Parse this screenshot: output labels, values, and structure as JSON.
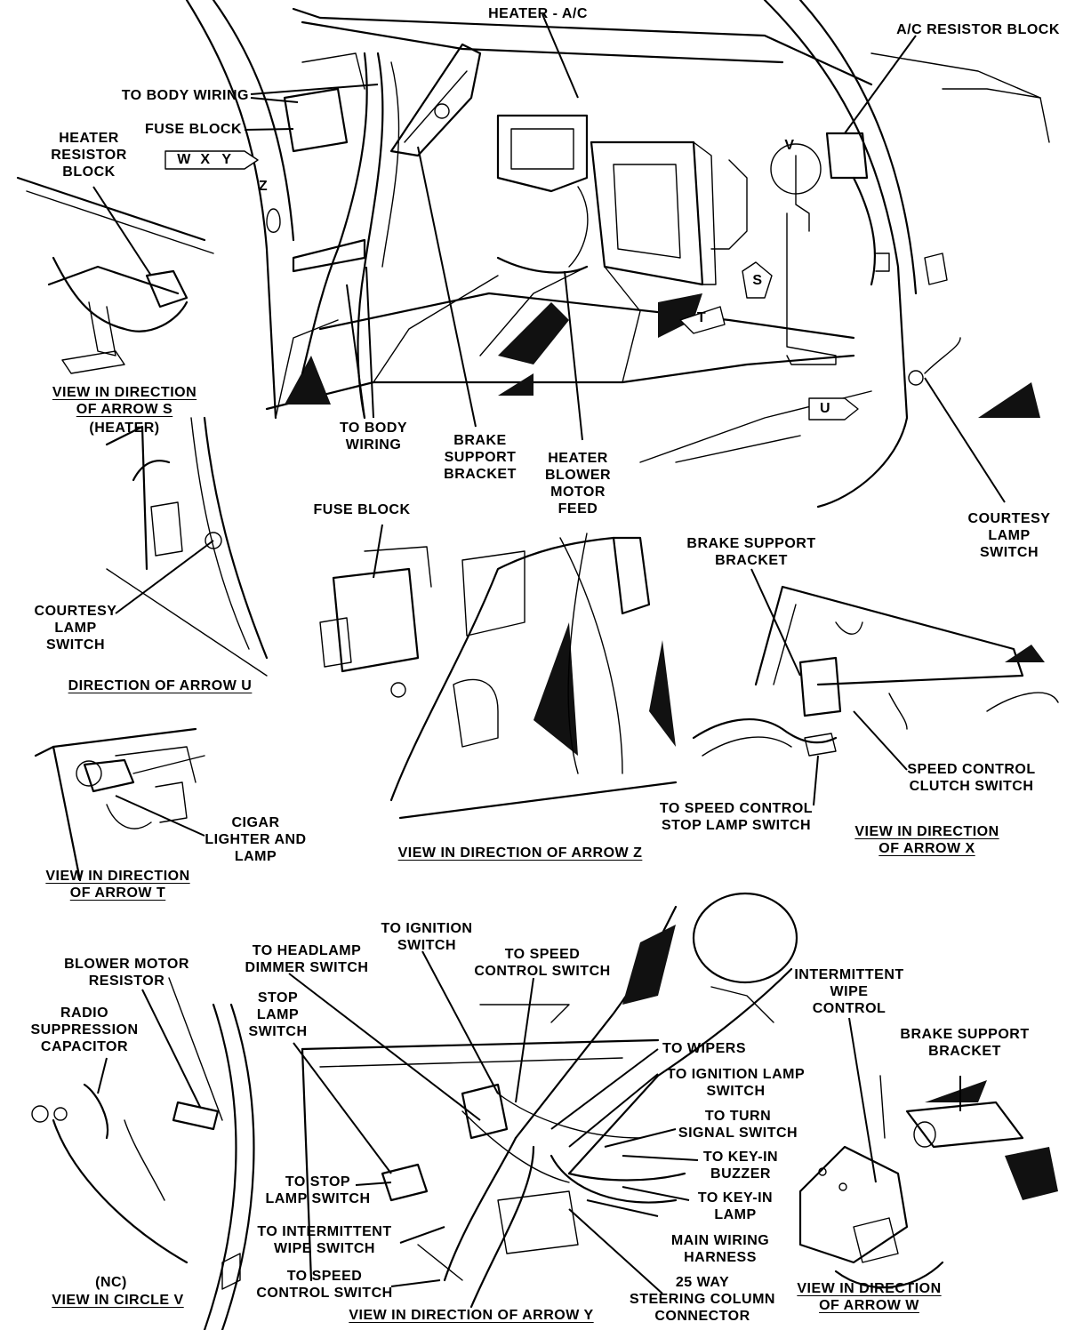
{
  "labels": {
    "heater_ac": "HEATER - A/C",
    "ac_resistor_block": "A/C RESISTOR BLOCK",
    "to_body_wiring_top": "TO BODY WIRING",
    "fuse_block_top": "FUSE BLOCK",
    "heater_resistor_block": "HEATER\nRESISTOR\nBLOCK",
    "view_arrow_s": "VIEW IN DIRECTION\nOF ARROW S",
    "view_arrow_s_sub": "(HEATER)",
    "to_body_wiring_mid": "TO BODY\nWIRING",
    "brake_support_bracket_top": "BRAKE\nSUPPORT\nBRACKET",
    "heater_blower_motor_feed": "HEATER\nBLOWER\nMOTOR\nFEED",
    "courtesy_lamp_switch_right": "COURTESY\nLAMP\nSWITCH",
    "fuse_block_z": "FUSE BLOCK",
    "brake_support_bracket_x": "BRAKE SUPPORT\nBRACKET",
    "courtesy_lamp_switch_left": "COURTESY\nLAMP\nSWITCH",
    "direction_arrow_u": "DIRECTION OF ARROW U",
    "speed_control_clutch_switch": "SPEED CONTROL\nCLUTCH SWITCH",
    "to_speed_control_stop_lamp_switch": "TO SPEED CONTROL\nSTOP LAMP SWITCH",
    "view_arrow_x": "VIEW IN DIRECTION\nOF ARROW X",
    "cigar_lighter": "CIGAR\nLIGHTER AND\nLAMP",
    "view_arrow_t": "VIEW IN DIRECTION\nOF ARROW T",
    "view_arrow_z": "VIEW IN DIRECTION OF ARROW Z",
    "to_ignition_switch": "TO IGNITION\nSWITCH",
    "to_headlamp_dimmer_switch": "TO HEADLAMP\nDIMMER SWITCH",
    "to_speed_control_switch_top": "TO SPEED\nCONTROL SWITCH",
    "blower_motor_resistor": "BLOWER MOTOR\nRESISTOR",
    "stop_lamp_switch": "STOP\nLAMP\nSWITCH",
    "intermittent_wipe_control": "INTERMITTENT\nWIPE\nCONTROL",
    "radio_suppression_capacitor": "RADIO\nSUPPRESSION\nCAPACITOR",
    "to_wipers": "TO WIPERS",
    "to_ignition_lamp_switch": "TO IGNITION LAMP\nSWITCH",
    "brake_support_bracket_w": "BRAKE SUPPORT\nBRACKET",
    "to_turn_signal_switch": "TO TURN\nSIGNAL SWITCH",
    "to_key_in_buzzer": "TO KEY-IN\nBUZZER",
    "to_stop_lamp_switch": "TO STOP\nLAMP SWITCH",
    "to_key_in_lamp": "TO KEY-IN\nLAMP",
    "to_intermittent_wipe_switch": "TO INTERMITTENT\nWIPE SWITCH",
    "main_wiring_harness": "MAIN WIRING\nHARNESS",
    "to_speed_control_switch_bottom": "TO SPEED\nCONTROL SWITCH",
    "twenty_five_way": "25 WAY\nSTEERING COLUMN\nCONNECTOR",
    "nc": "(NC)",
    "view_circle_v": "VIEW IN CIRCLE V",
    "view_arrow_y": "VIEW IN DIRECTION OF ARROW Y",
    "view_arrow_w": "VIEW IN DIRECTION\nOF ARROW W"
  },
  "markers": {
    "w": "W",
    "x": "X",
    "y": "Y",
    "z": "Z",
    "s": "S",
    "t": "T",
    "u": "U",
    "v": "V"
  }
}
